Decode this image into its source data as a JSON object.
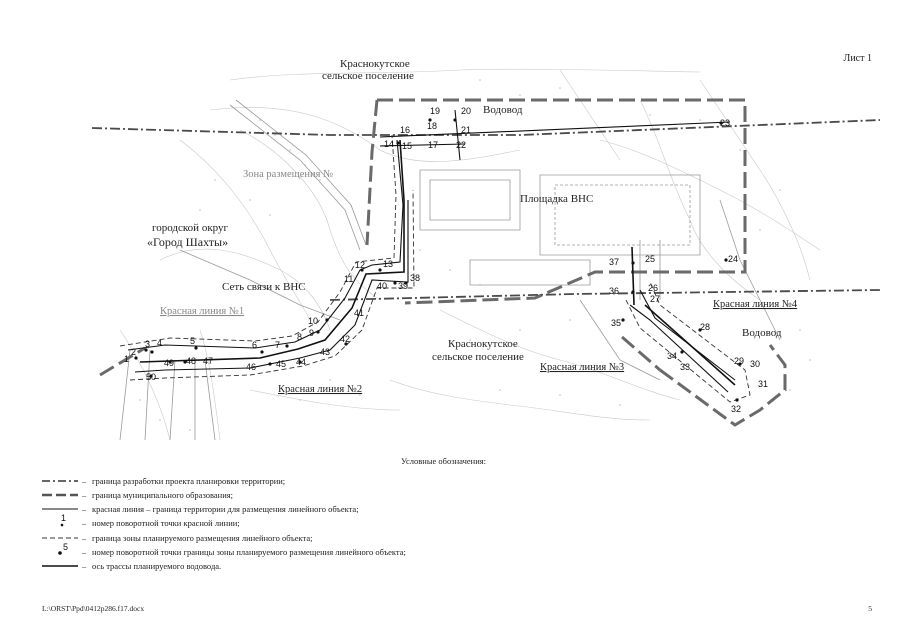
{
  "sheet": {
    "label": "Лист 1"
  },
  "map": {
    "labels": {
      "krasnokutskoe_top_1": "Краснокутское",
      "krasnokutskoe_top_2": "сельское поселение",
      "vodovod_top": "Водовод",
      "zona_razmeshcheniya": "Зона размещения №",
      "ploshchadka": "Площадка ВНС",
      "gorod_1": "городской округ",
      "gorod_2": "«Город Шахты»",
      "set_svyazi": "Сеть связи к ВНС",
      "krasnaya_1": "Красная линия №1",
      "krasnaya_2": "Красная линия №2",
      "krasnaya_3": "Красная линия №3",
      "krasnaya_4": "Красная линия №4",
      "krasnokutskoe_bot_1": "Краснокутское",
      "krasnokutskoe_bot_2": "сельское поселение",
      "vodovod_right": "Водовод"
    },
    "points": {
      "p1": "1",
      "p2": "2",
      "p3": "3",
      "p4": "4",
      "p5": "5",
      "p6": "6",
      "p7": "7",
      "p8": "8",
      "p9": "9",
      "p10": "10",
      "p11": "11",
      "p12": "12",
      "p13": "13",
      "p14": "14",
      "p15": "15",
      "p16": "16",
      "p17": "17",
      "p18": "18",
      "p19": "19",
      "p20": "20",
      "p21": "21",
      "p22": "22",
      "p23": "23",
      "p24": "24",
      "p25": "25",
      "p26": "26",
      "p27": "27",
      "p28": "28",
      "p29": "29",
      "p30": "30",
      "p31": "31",
      "p32": "32",
      "p33": "33",
      "p34": "34",
      "p35": "35",
      "p36": "36",
      "p37": "37",
      "p38": "38",
      "p39": "39",
      "p40": "40",
      "p41": "41",
      "p42": "42",
      "p43": "43",
      "p44": "44",
      "p45": "45",
      "p46": "46",
      "p47": "47",
      "p48": "48",
      "p49": "49",
      "p50": "50"
    }
  },
  "legend": {
    "title": "Условные обозначения:",
    "items": [
      {
        "dash": "–",
        "text": "граница разработки проекта планировки территории;"
      },
      {
        "dash": "–",
        "text": "граница муниципального образования;"
      },
      {
        "dash": "–",
        "text": "красная линия – граница территории для размещения линейного объекта;"
      },
      {
        "dash": "–",
        "text": "номер поворотной точки красной линии;"
      },
      {
        "dash": "–",
        "text": "граница зоны планируемого размещения линейного объекта;"
      },
      {
        "dash": "–",
        "text": "номер поворотной точки границы зоны планируемого размещения линейного объекта;"
      },
      {
        "dash": "–",
        "text": "ось трассы планируемого водовода."
      }
    ]
  },
  "footer": {
    "path": "L:\\ORST\\Ppd\\0412p286.f17.docx",
    "page": "5"
  }
}
